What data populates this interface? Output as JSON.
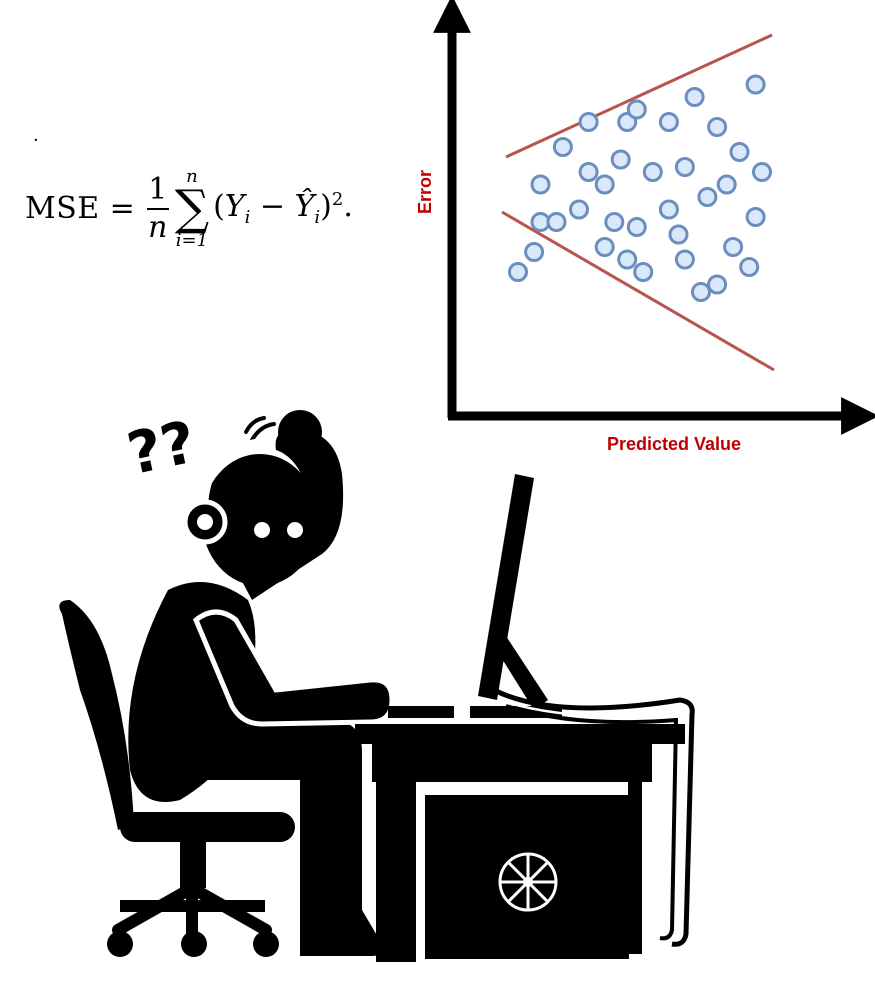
{
  "formula": {
    "lead_dot": "·",
    "lhs": "MSE",
    "equals": "=",
    "frac_num": "1",
    "frac_den": "n",
    "sum_upper": "n",
    "sum_symbol": "∑",
    "sum_lower": "i=1",
    "term_open": "(",
    "term_y": "Y",
    "term_sub_i": "i",
    "term_minus": " − ",
    "term_yhat": "Ŷ",
    "term_sub_i2": "i",
    "term_close": ")",
    "term_exp": "2",
    "term_period": "."
  },
  "chart_data": {
    "type": "scatter",
    "xlabel": "Predicted Value",
    "ylabel": "Error",
    "colors": {
      "axis": "#000000",
      "bound": "#b85450",
      "point_fill": "#dae8fc",
      "point_stroke": "#6c8ebf",
      "label": "#c00000"
    },
    "points": [
      {
        "x": 0.23,
        "y": 0.2
      },
      {
        "x": 0.28,
        "y": 0.28
      },
      {
        "x": 0.3,
        "y": 0.4
      },
      {
        "x": 0.3,
        "y": 0.55
      },
      {
        "x": 0.35,
        "y": 0.4
      },
      {
        "x": 0.37,
        "y": 0.7
      },
      {
        "x": 0.42,
        "y": 0.45
      },
      {
        "x": 0.45,
        "y": 0.6
      },
      {
        "x": 0.45,
        "y": 0.8
      },
      {
        "x": 0.5,
        "y": 0.3
      },
      {
        "x": 0.5,
        "y": 0.55
      },
      {
        "x": 0.53,
        "y": 0.4
      },
      {
        "x": 0.55,
        "y": 0.65
      },
      {
        "x": 0.57,
        "y": 0.25
      },
      {
        "x": 0.57,
        "y": 0.8
      },
      {
        "x": 0.6,
        "y": 0.38
      },
      {
        "x": 0.6,
        "y": 0.85
      },
      {
        "x": 0.62,
        "y": 0.2
      },
      {
        "x": 0.65,
        "y": 0.6
      },
      {
        "x": 0.7,
        "y": 0.45
      },
      {
        "x": 0.7,
        "y": 0.8
      },
      {
        "x": 0.73,
        "y": 0.35
      },
      {
        "x": 0.75,
        "y": 0.25
      },
      {
        "x": 0.75,
        "y": 0.62
      },
      {
        "x": 0.78,
        "y": 0.9
      },
      {
        "x": 0.8,
        "y": 0.12
      },
      {
        "x": 0.82,
        "y": 0.5
      },
      {
        "x": 0.85,
        "y": 0.15
      },
      {
        "x": 0.85,
        "y": 0.78
      },
      {
        "x": 0.88,
        "y": 0.55
      },
      {
        "x": 0.9,
        "y": 0.3
      },
      {
        "x": 0.92,
        "y": 0.68
      },
      {
        "x": 0.95,
        "y": 0.22
      },
      {
        "x": 0.97,
        "y": 0.95
      },
      {
        "x": 0.97,
        "y": 0.42
      },
      {
        "x": 0.99,
        "y": 0.6
      }
    ]
  },
  "illustration": {
    "question_marks": "??"
  }
}
